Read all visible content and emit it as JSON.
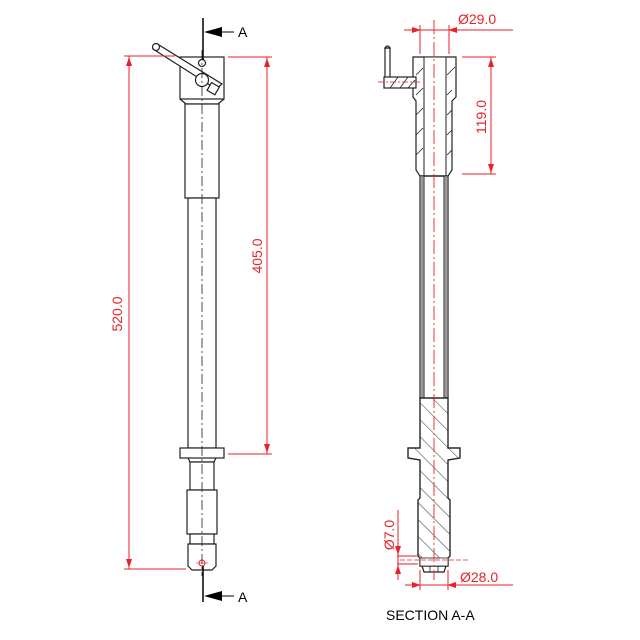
{
  "drawing": {
    "front_view": {
      "section_marker_top": "A",
      "section_marker_bottom": "A",
      "dim_overall_length": "520.0",
      "dim_upper_length": "405.0"
    },
    "section_view": {
      "title": "SECTION A-A",
      "dim_top_diameter": "Ø29.0",
      "dim_bore_depth": "119.0",
      "dim_hole_diameter": "Ø7.0",
      "dim_bottom_diameter": "Ø28.0"
    },
    "colors": {
      "dimension": "#e8222a",
      "outline": "#222222",
      "background": "#ffffff"
    }
  }
}
